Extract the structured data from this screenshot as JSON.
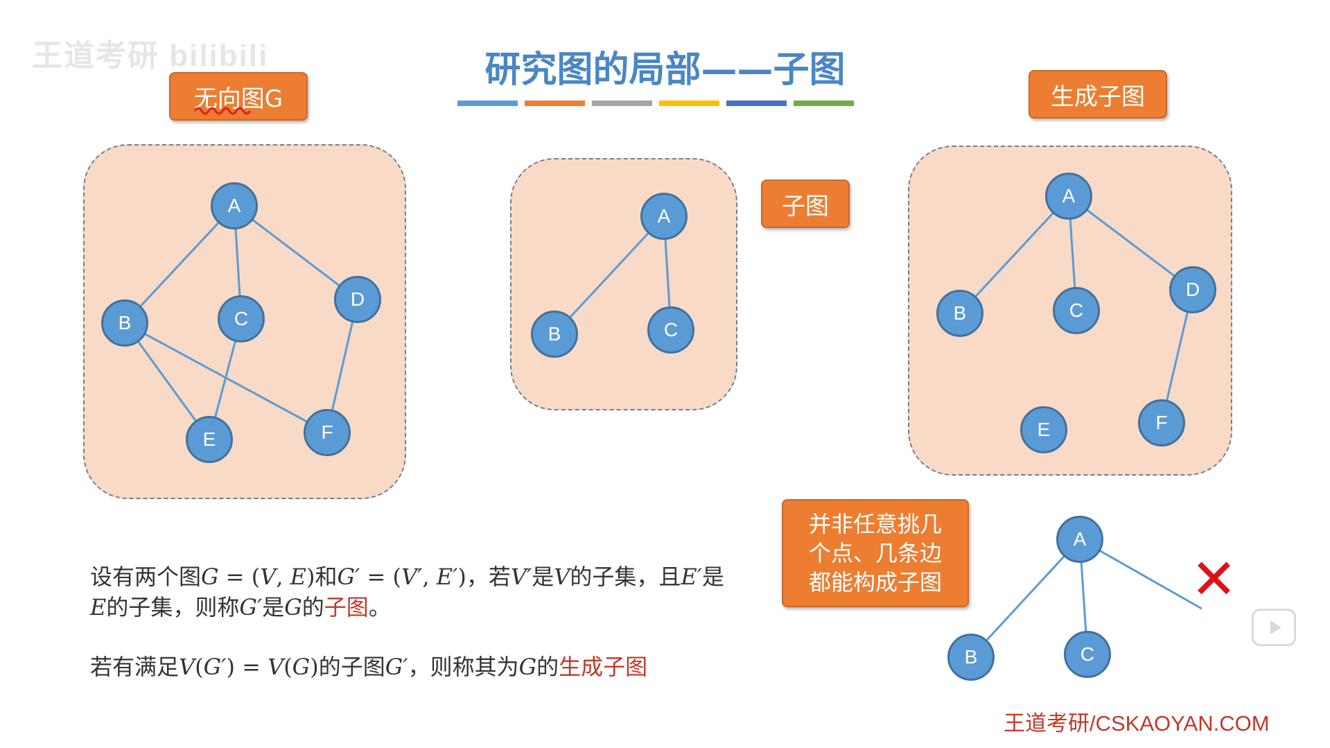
{
  "watermark": "王道考研 bilibili",
  "title": "研究图的局部——子图",
  "accent_bars": [
    "#5b9bd5",
    "#ed7d31",
    "#a5a5a5",
    "#ffc000",
    "#4472c4",
    "#70ad47"
  ],
  "callouts": {
    "undirected": "无向图G",
    "subgraph": "子图",
    "spanning": "生成子图",
    "note_lines": [
      "并非任意挑几",
      "个点、几条边",
      "都能构成子图"
    ]
  },
  "graphs": {
    "g": {
      "nodes": {
        "A": "A",
        "B": "B",
        "C": "C",
        "D": "D",
        "E": "E",
        "F": "F"
      },
      "edges": [
        [
          "A",
          "B"
        ],
        [
          "A",
          "C"
        ],
        [
          "A",
          "D"
        ],
        [
          "B",
          "E"
        ],
        [
          "B",
          "F"
        ],
        [
          "C",
          "E"
        ],
        [
          "D",
          "F"
        ]
      ]
    },
    "sub": {
      "nodes": {
        "A": "A",
        "B": "B",
        "C": "C"
      },
      "edges": [
        [
          "A",
          "B"
        ],
        [
          "A",
          "C"
        ]
      ]
    },
    "spanning": {
      "nodes": {
        "A": "A",
        "B": "B",
        "C": "C",
        "D": "D",
        "E": "E",
        "F": "F"
      },
      "edges": [
        [
          "A",
          "B"
        ],
        [
          "A",
          "C"
        ],
        [
          "A",
          "D"
        ],
        [
          "D",
          "F"
        ]
      ]
    },
    "counter": {
      "nodes": {
        "A": "A",
        "B": "B",
        "C": "C"
      },
      "edges": [
        [
          "A",
          "B"
        ],
        [
          "A",
          "C"
        ]
      ],
      "dangling_edge_from": "A"
    }
  },
  "definition": {
    "p1_a": "设有两个图",
    "p1_b": "G",
    "p1_c": " = (",
    "p1_d": "V",
    "p1_e": ", ",
    "p1_f": "E",
    "p1_g": ")和",
    "p1_h": "G′",
    "p1_i": " = (",
    "p1_j": "V′",
    "p1_k": ", ",
    "p1_l": "E′",
    "p1_m": ")，若",
    "p1_n": "V′",
    "p1_o": "是",
    "p1_p": "V",
    "p1_q": "的子集，且",
    "p1_r": "E′",
    "p1_s": "是",
    "p2_a": "E",
    "p2_b": "的子集，则称",
    "p2_c": "G′",
    "p2_d": "是",
    "p2_e": "G",
    "p2_f": "的",
    "p2_g": "子图",
    "p2_h": "。",
    "p3_a": "若有满足",
    "p3_b": "V",
    "p3_c": "(",
    "p3_d": "G′",
    "p3_e": ") = ",
    "p3_f": "V",
    "p3_g": "(",
    "p3_h": "G",
    "p3_i": ")的子图",
    "p3_j": "G′",
    "p3_k": "，则称其为",
    "p3_l": "G",
    "p3_m": "的",
    "p3_n": "生成子图"
  },
  "cross_symbol": "✕",
  "footer": "王道考研/CSKAOYAN.COM"
}
